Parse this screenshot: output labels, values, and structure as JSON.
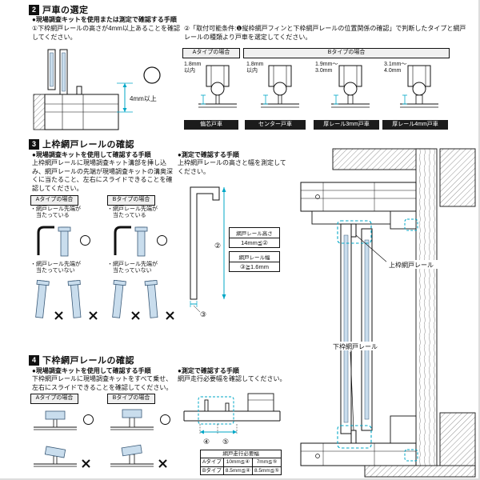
{
  "colors": {
    "accent_cyan": "#00a7c7",
    "part_blue": "#c9dded",
    "label_dark": "#1c1c1c"
  },
  "sec2": {
    "num": "2",
    "title": "戸車の選定",
    "kit_bullet": "●現場調査キットを使用または測定で確認する手順",
    "step1": "①下枠網戸レールの高さが4mm以上あることを確認してください。",
    "step2": "②「取付可能条件:❶縦枠網戸フィンと下枠網戸レールの位置関係の確認」で判断したタイプと網戸レールの種類より戸車を選定してください。",
    "dim4mm": "4mm以上",
    "typeA_header": "Aタイプの場合",
    "typeB_header": "Bタイプの場合",
    "rollers": [
      {
        "dim": "1.8mm\n以内",
        "label": "偏芯戸車"
      },
      {
        "dim": "1.8mm\n以内",
        "label": "センター戸車"
      },
      {
        "dim": "1.9mm〜\n3.0mm",
        "label": "厚レール3mm戸車"
      },
      {
        "dim": "3.1mm〜\n4.0mm",
        "label": "厚レール4mm戸車"
      }
    ]
  },
  "sec3": {
    "num": "3",
    "title": "上枠網戸レールの確認",
    "kit_bullet": "●現場調査キットを使用して確認する手順",
    "kit_desc": "上枠網戸レールに現場調査キット溝部を挿し込み、網戸レールの先端が現場調査キットの溝奥深くに当たること、左右にスライドできることを確認してください。",
    "typeA_header": "Aタイプの場合",
    "typeB_header": "Bタイプの場合",
    "ok_bullet": "・網戸レール先端が\n　当たっている",
    "ng_bullet": "・網戸レール先端が\n　当たっていない",
    "measure_bullet": "●測定で確認する手順",
    "measure_desc": "上枠網戸レールの高さと幅を測定してください。",
    "dim2_sym": "②",
    "dim3_sym": "③",
    "callout_height_label": "網戸レール高さ",
    "callout_height_value": "14mm≦②",
    "callout_width_label": "網戸レール幅",
    "callout_width_value": "③≧1.6mm",
    "upper_rail_label": "上枠網戸レール",
    "lower_rail_label": "下枠網戸レール"
  },
  "sec4": {
    "num": "4",
    "title": "下枠網戸レールの確認",
    "kit_bullet": "●現場調査キットを使用して確認する手順",
    "kit_desc": "下枠網戸レールに現場調査キットをすべて乗せ、左右にスライドできることを確認してください。",
    "typeA_header": "Aタイプの場合",
    "typeB_header": "Bタイプの場合",
    "measure_bullet": "●測定で確認する手順",
    "measure_desc": "網戸走行必要幅を確認してください。",
    "dim4_sym": "④",
    "dim5_sym": "⑤",
    "table": {
      "title": "網戸走行必要幅",
      "rows": [
        {
          "type": "Aタイプ",
          "v1": "10mm≦④",
          "v2": "7mm≦⑤"
        },
        {
          "type": "Bタイプ",
          "v1": "8.5mm≦④",
          "v2": "8.5mm≦⑤"
        }
      ]
    }
  }
}
